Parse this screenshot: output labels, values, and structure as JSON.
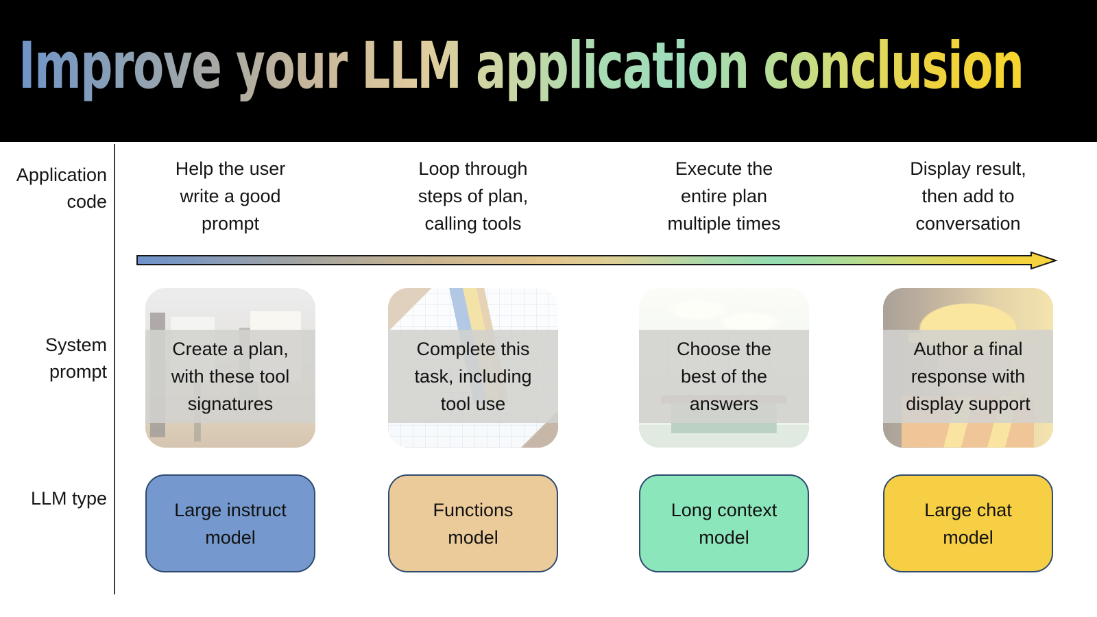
{
  "slide": {
    "title": "Improve your LLM application conclusion",
    "banner_background": "#000000",
    "background": "#FFFFFF",
    "title_gradient": [
      "#7094C8",
      "#A9A9A2",
      "#E0CC9E",
      "#A9DCB2",
      "#D4DC74",
      "#F6D42C"
    ]
  },
  "row_labels": {
    "application_code": "Application\ncode",
    "system_prompt": "System\nprompt",
    "llm_type": "LLM type"
  },
  "arrow": {
    "direction": "left-to-right",
    "gradient": [
      "#6C92CC",
      "#A8A69C",
      "#E2C48C",
      "#94DCB2",
      "#F6D440"
    ]
  },
  "columns": [
    {
      "application_code": "Help the user\nwrite a good\nprompt",
      "system_prompt": "Create a plan,\nwith these tool\nsignatures",
      "photo": "artist-studio-photo",
      "llm_type": "Large instruct\nmodel",
      "llm_color": "#7599CE"
    },
    {
      "application_code": "Loop through\nsteps of plan,\ncalling tools",
      "system_prompt": "Complete this\ntask, including\ntool use",
      "photo": "blueprint-pencils-photo",
      "llm_type": "Functions\nmodel",
      "llm_color": "#ECCB9B"
    },
    {
      "application_code": "Execute the\nentire plan\nmultiple times",
      "system_prompt": "Choose the\nbest of the\nanswers",
      "photo": "green-office-photo",
      "llm_type": "Long context\nmodel",
      "llm_color": "#8CE6BB"
    },
    {
      "application_code": "Display result,\nthen add to\nconversation",
      "system_prompt": "Author a final\nresponse with\ndisplay support",
      "photo": "construction-worker-photo",
      "llm_type": "Large chat\nmodel",
      "llm_color": "#F6CF45"
    }
  ]
}
